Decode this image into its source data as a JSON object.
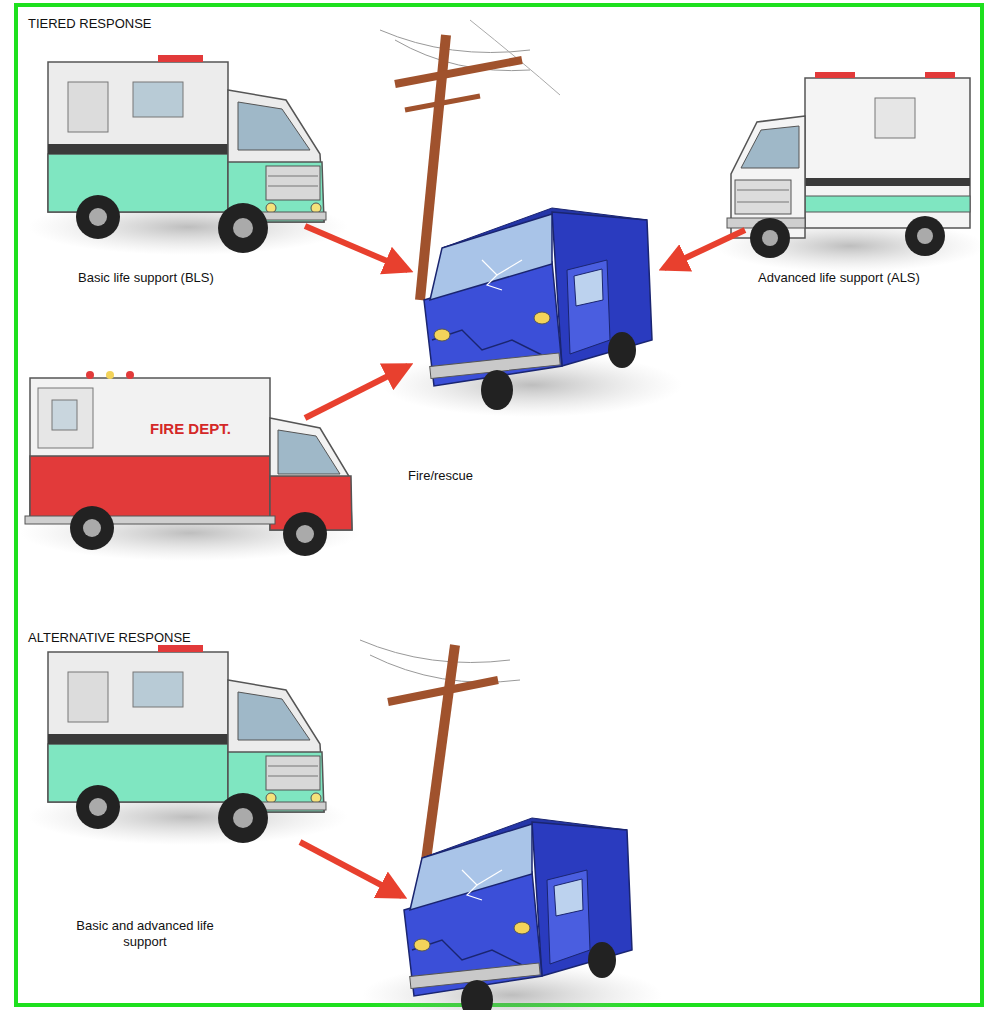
{
  "diagram": {
    "labels": [
      "TIERED RESPONSE",
      "Basic life support (BLS)",
      "Fire/rescue",
      "Advanced life support (ALS)",
      "ALTERNATIVE RESPONSE",
      "Basic and advanced life support",
      "FIRE DEPT."
    ]
  }
}
